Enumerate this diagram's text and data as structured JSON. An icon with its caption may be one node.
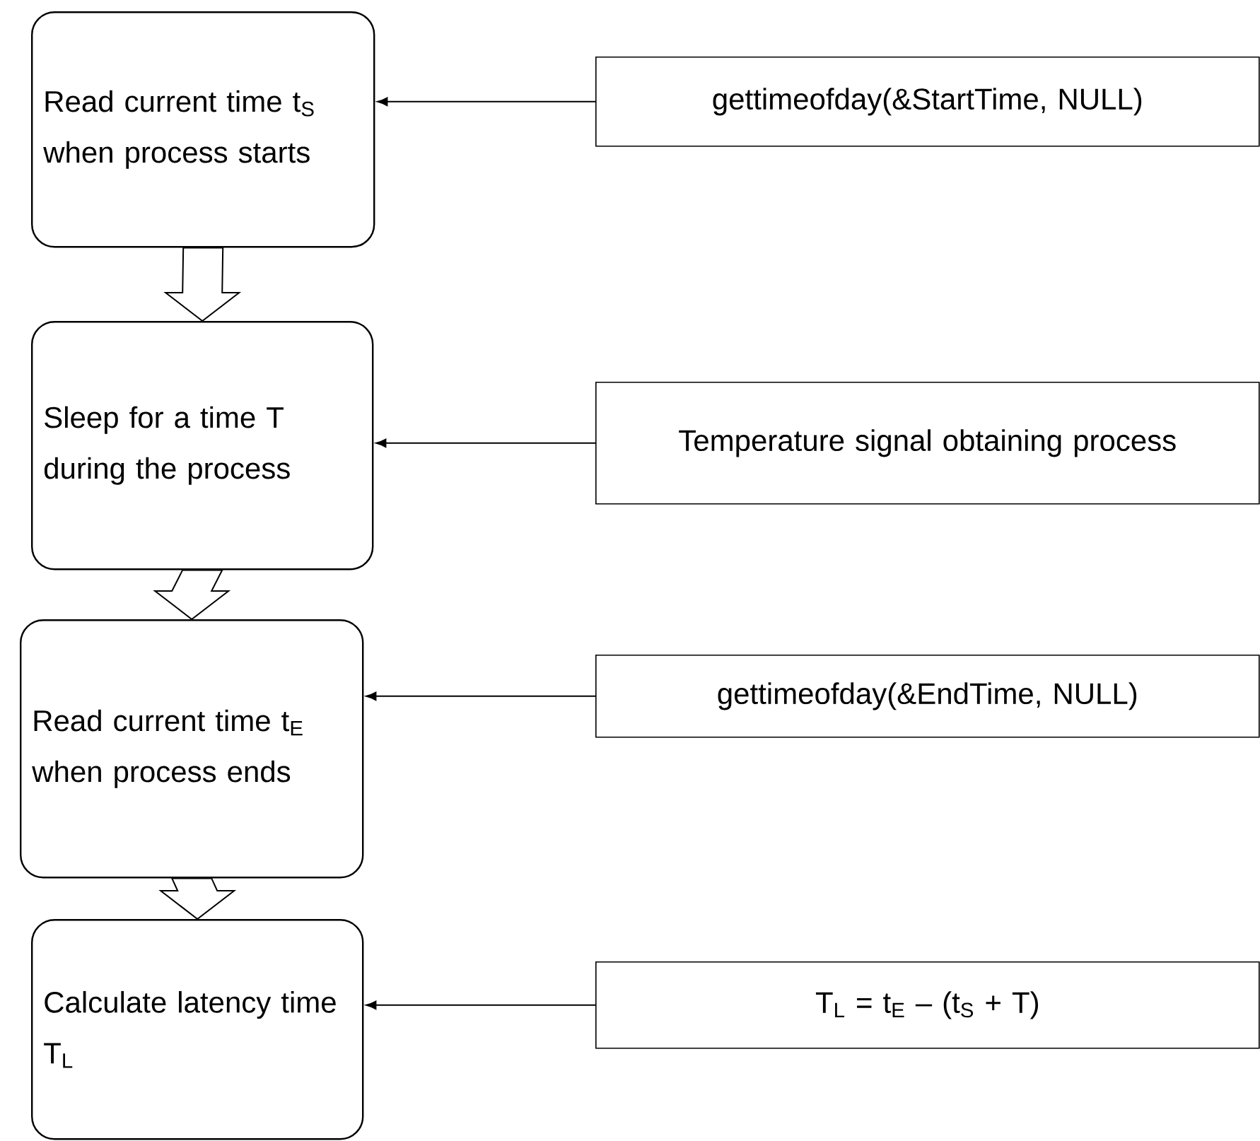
{
  "diagram": {
    "nodes": [
      {
        "text": [
          "Read current time t$_{S}$ when process starts"
        ]
      },
      {
        "text": [
          "gettimeofday(&StartTime, NULL)"
        ]
      },
      {
        "text": [
          "Sleep for a time T during the process"
        ]
      },
      {
        "text": [
          "Temperature signal obtaining process"
        ]
      },
      {
        "text": [
          "Read current time t$_{E}$ when process ends"
        ]
      },
      {
        "text": [
          "gettimeofday(&EndTime, NULL)"
        ]
      },
      {
        "text": [
          "Calculate latency time T$_{L}$"
        ]
      },
      {
        "text": [
          "T$_{L}$ = t$_{E}$ – (t$_{S}$ + T)"
        ]
      }
    ],
    "edges": [
      {
        "from": 1,
        "to": 0,
        "arrow": "to"
      },
      {
        "from": 0,
        "to": 2,
        "arrow": "to",
        "style": "thick"
      },
      {
        "from": 3,
        "to": 2,
        "arrow": "to"
      },
      {
        "from": 2,
        "to": 4,
        "arrow": "to",
        "style": "thick"
      },
      {
        "from": 5,
        "to": 4,
        "arrow": "to"
      },
      {
        "from": 4,
        "to": 6,
        "arrow": "to",
        "style": "thick"
      },
      {
        "from": 7,
        "to": 6,
        "arrow": "to"
      }
    ]
  }
}
